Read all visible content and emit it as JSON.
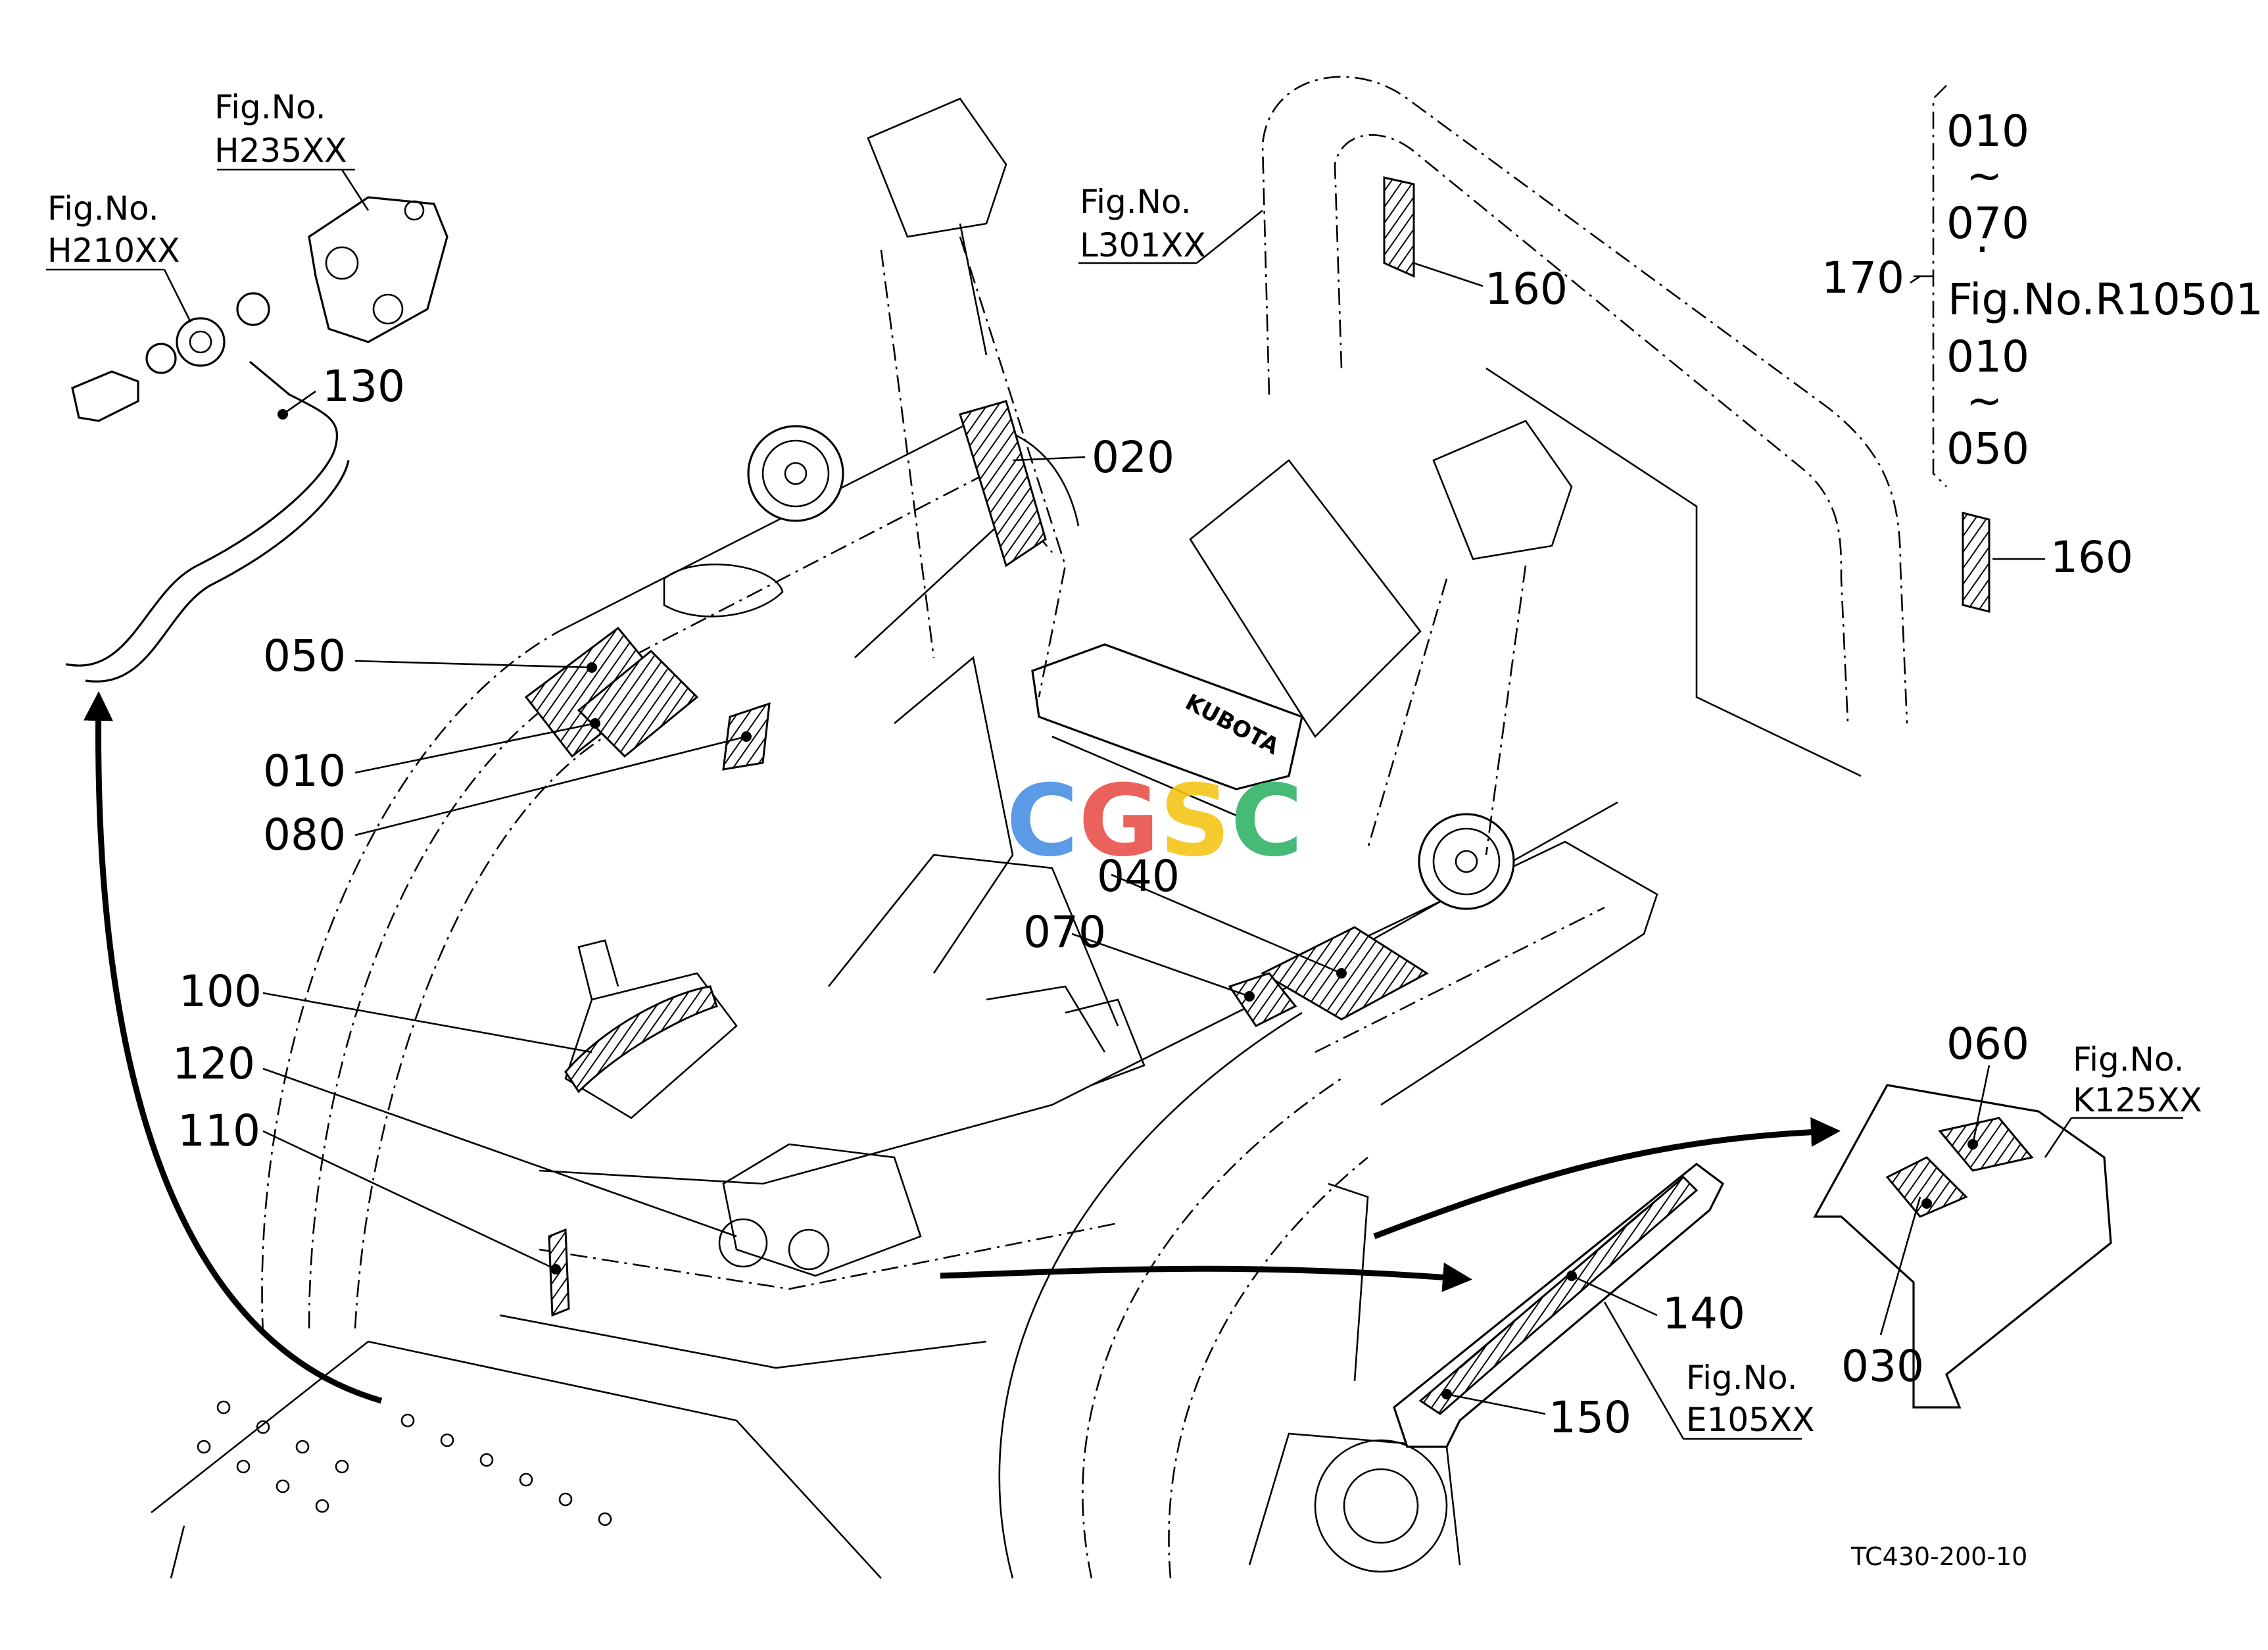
{
  "figure_code": "TC430-200-10",
  "watermark": {
    "text": "CGSC",
    "colors": [
      "#4a90e2",
      "#e8524a",
      "#f5c518",
      "#34b36a"
    ]
  },
  "callouts": {
    "c010": "010",
    "c020": "020",
    "c030": "030",
    "c040": "040",
    "c050": "050",
    "c060": "060",
    "c070": "070",
    "c080": "080",
    "c100": "100",
    "c110": "110",
    "c120": "120",
    "c130": "130",
    "c140": "140",
    "c150": "150",
    "c160a": "160",
    "c160b": "160",
    "c170": "170"
  },
  "fig_refs": {
    "h235": {
      "label": "Fig.No.",
      "code": "H235XX"
    },
    "h210": {
      "label": "Fig.No.",
      "code": "H210XX"
    },
    "l301": {
      "label": "Fig.No.",
      "code": "L301XX"
    },
    "k125": {
      "label": "Fig.No.",
      "code": "K125XX"
    },
    "e105": {
      "label": "Fig.No.",
      "code": "E105XX"
    }
  },
  "kit_170": {
    "range1_start": "010",
    "range1_end": "070",
    "tilde": "~",
    "separator": "·",
    "fig": "Fig.No.R10501",
    "range2_start": "010",
    "range2_end": "050"
  },
  "seat_brand": "KUBOTA"
}
